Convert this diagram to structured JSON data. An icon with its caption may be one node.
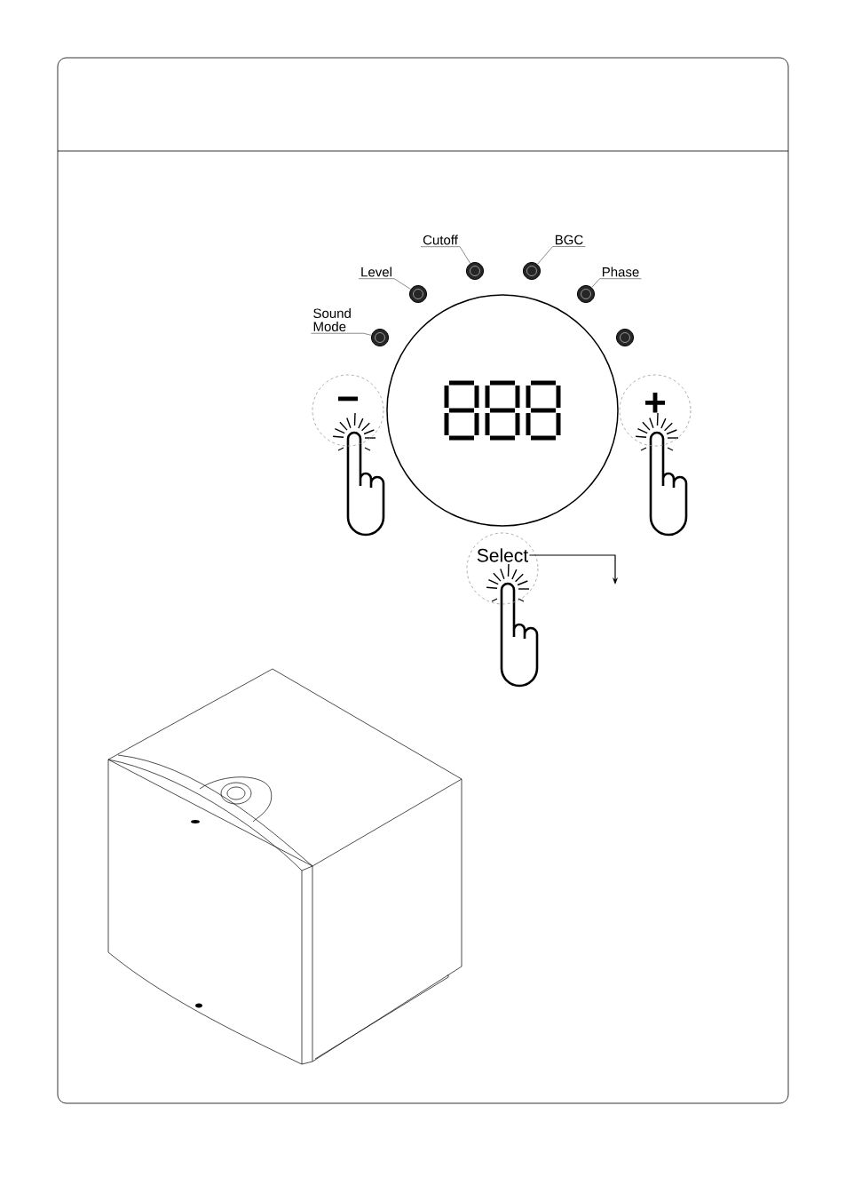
{
  "diagram": {
    "nodes": [
      {
        "text": [
          "Sound Mode"
        ]
      },
      {
        "text": [],
        "shape": "circle"
      },
      {
        "text": [
          "Level"
        ]
      },
      {
        "text": [],
        "shape": "circle"
      },
      {
        "text": [
          "Cutoff"
        ]
      },
      {
        "text": [],
        "shape": "circle"
      },
      {
        "text": [
          "BGC"
        ]
      },
      {
        "text": [],
        "shape": "circle"
      },
      {
        "text": [
          "Phase"
        ]
      },
      {
        "text": [],
        "shape": "circle"
      },
      {
        "text": [],
        "shape": "circle"
      },
      {
        "text": [
          "−"
        ]
      },
      {
        "text": [
          "+"
        ]
      },
      {
        "text": [
          "Select"
        ]
      }
    ],
    "edges": [
      {
        "from": 0,
        "to": 1,
        "arrow": "none"
      },
      {
        "from": 2,
        "to": 3,
        "arrow": "none"
      },
      {
        "from": 4,
        "to": 5,
        "arrow": "none"
      },
      {
        "from": 6,
        "to": 7,
        "arrow": "none"
      },
      {
        "from": 8,
        "to": 9,
        "arrow": "none"
      },
      {
        "from": 13,
        "to": null,
        "arrow": "to",
        "color": "#000000"
      }
    ]
  }
}
